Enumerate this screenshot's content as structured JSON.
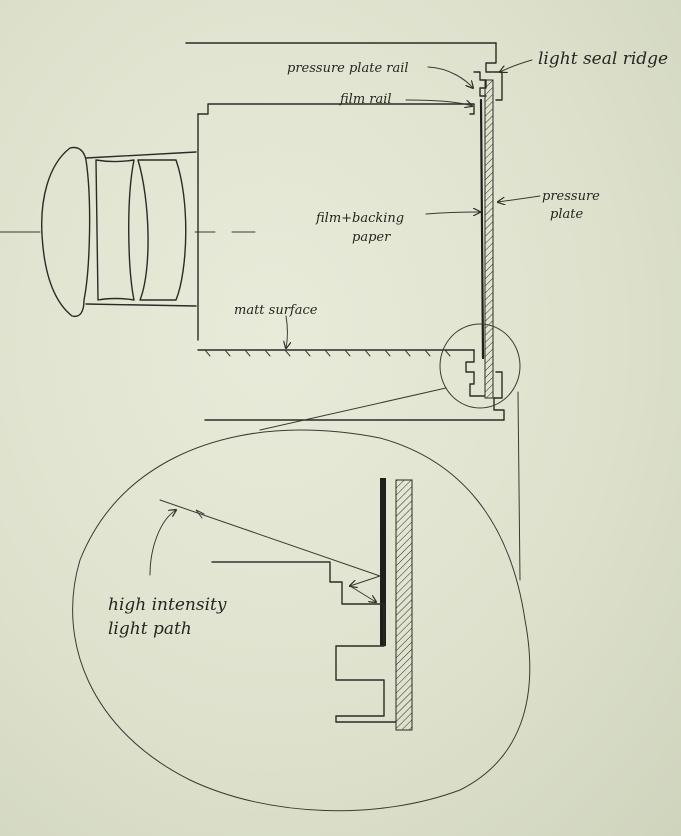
{
  "labels": {
    "pressure_plate_rail": "pressure plate rail",
    "light_seal_ridge": "light seal ridge",
    "film_rail": "film rail",
    "film_backing_line1": "film+backing",
    "film_backing_line2": "paper",
    "pressure_plate_line1": "pressure",
    "pressure_plate_line2": "plate",
    "matt_surface": "matt surface",
    "light_path_line1": "high intensity",
    "light_path_line2": "light path"
  },
  "colors": {
    "paper": "#dfe3cf",
    "ink": "#2b2b26"
  }
}
